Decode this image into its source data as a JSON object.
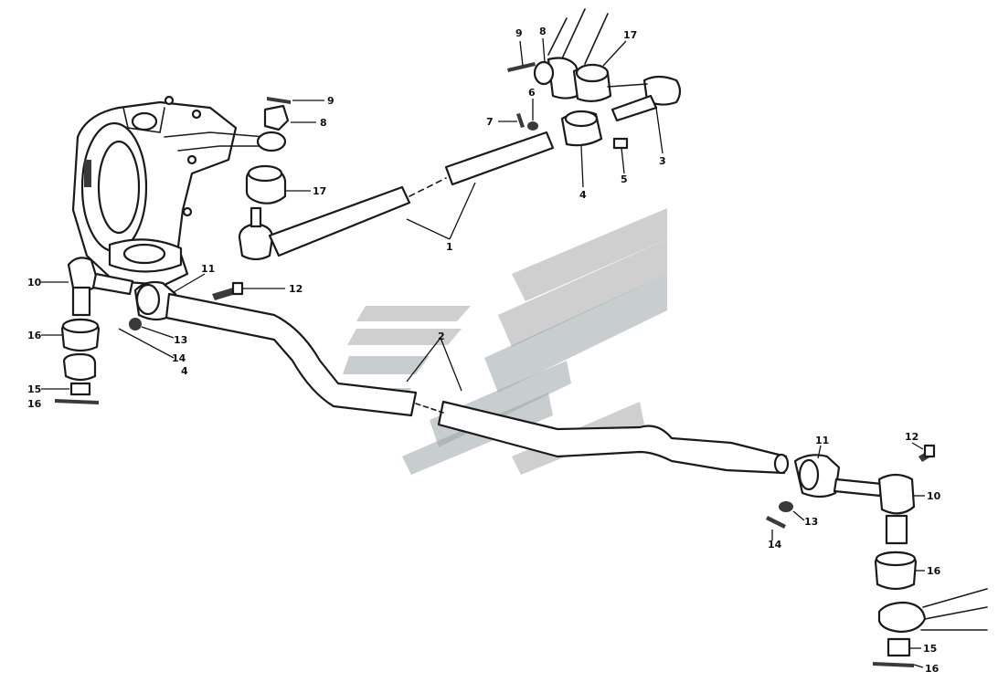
{
  "diagram": {
    "callouts": [
      {
        "id": "c9a",
        "text": "9"
      },
      {
        "id": "c8a",
        "text": "8"
      },
      {
        "id": "c17a",
        "text": "17"
      },
      {
        "id": "c6",
        "text": "6"
      },
      {
        "id": "c7",
        "text": "7"
      },
      {
        "id": "c3",
        "text": "3"
      },
      {
        "id": "c4",
        "text": "4"
      },
      {
        "id": "c5",
        "text": "5"
      },
      {
        "id": "c9b",
        "text": "9"
      },
      {
        "id": "c8b",
        "text": "8"
      },
      {
        "id": "c17b",
        "text": "17"
      },
      {
        "id": "c1",
        "text": "1"
      },
      {
        "id": "c10a",
        "text": "10"
      },
      {
        "id": "c11a",
        "text": "11"
      },
      {
        "id": "c12a",
        "text": "12"
      },
      {
        "id": "c16a",
        "text": "16"
      },
      {
        "id": "c13a",
        "text": "13"
      },
      {
        "id": "c14a",
        "text": "14"
      },
      {
        "id": "c4b",
        "text": "4"
      },
      {
        "id": "c15a",
        "text": "15"
      },
      {
        "id": "c16b",
        "text": "16"
      },
      {
        "id": "c2",
        "text": "2"
      },
      {
        "id": "c11b",
        "text": "11"
      },
      {
        "id": "c12b",
        "text": "12"
      },
      {
        "id": "c10b",
        "text": "10"
      },
      {
        "id": "c13b",
        "text": "13"
      },
      {
        "id": "c14b",
        "text": "14"
      },
      {
        "id": "c16c",
        "text": "16"
      },
      {
        "id": "c15b",
        "text": "15"
      },
      {
        "id": "c16d",
        "text": "16"
      }
    ]
  }
}
